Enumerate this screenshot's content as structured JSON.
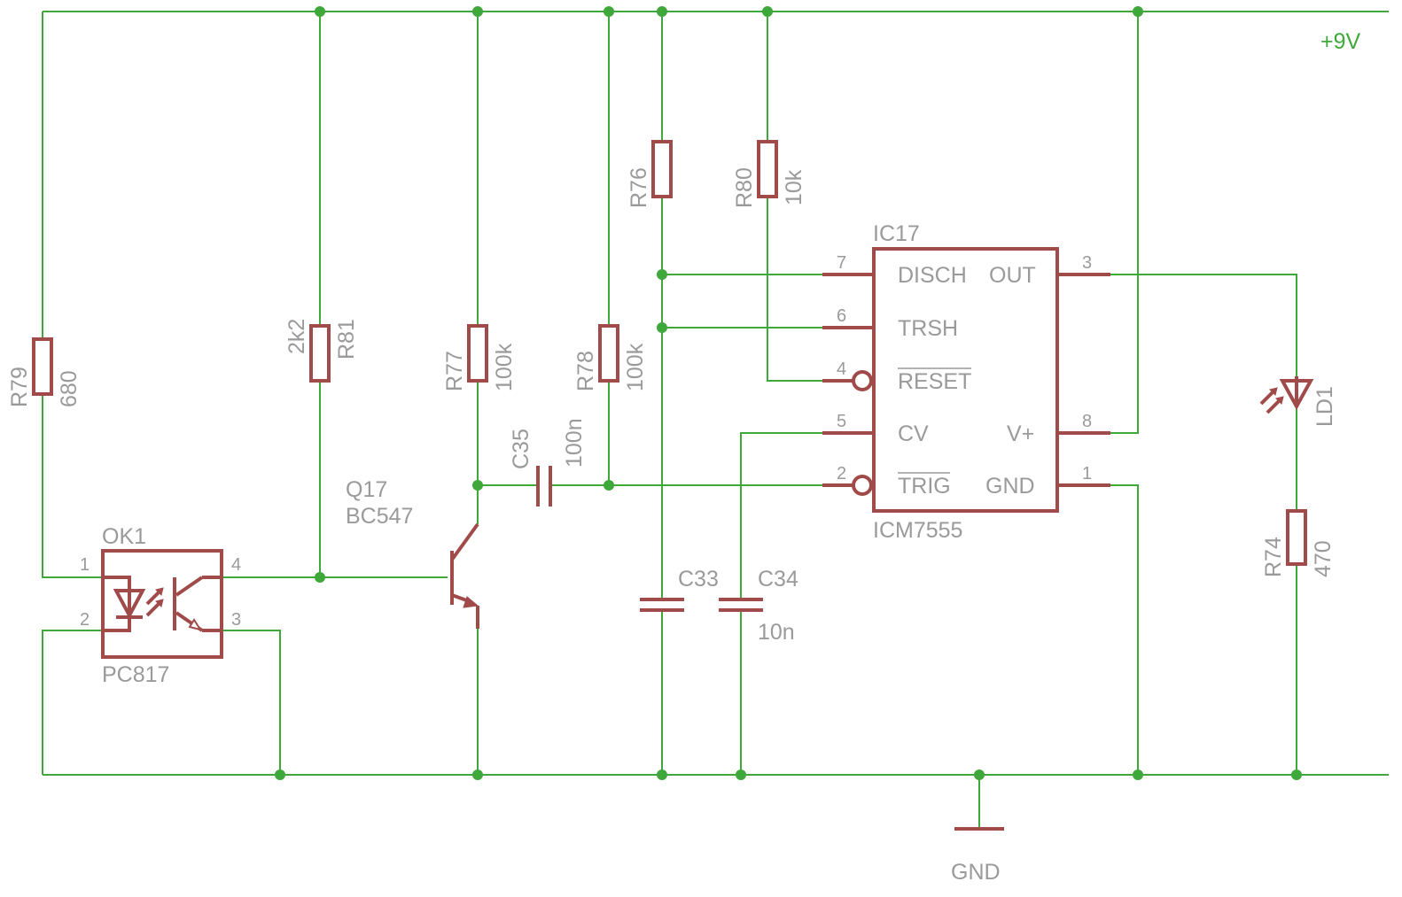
{
  "supply": {
    "net": "+9V",
    "ground": "GND"
  },
  "colors": {
    "wire": "#3ea83a",
    "part": "#a04a4a",
    "label": "#9a9a9a"
  },
  "resistors": {
    "r79": {
      "name": "R79",
      "value": "680"
    },
    "r81": {
      "name": "R81",
      "value": "2k2"
    },
    "r77": {
      "name": "R77",
      "value": "100k"
    },
    "r78": {
      "name": "R78",
      "value": "100k"
    },
    "r76": {
      "name": "R76"
    },
    "r80": {
      "name": "R80",
      "value": "10k"
    },
    "r74": {
      "name": "R74",
      "value": "470"
    }
  },
  "capacitors": {
    "c35": {
      "name": "C35",
      "value": "100n"
    },
    "c33": {
      "name": "C33"
    },
    "c34": {
      "name": "C34",
      "value": "10n"
    }
  },
  "transistor": {
    "name": "Q17",
    "value": "BC547"
  },
  "optocoupler": {
    "name": "OK1",
    "value": "PC817",
    "pins": [
      "1",
      "2",
      "3",
      "4"
    ]
  },
  "ic": {
    "name": "IC17",
    "value": "ICM7555",
    "pins": [
      {
        "num": "7",
        "label": "DISCH"
      },
      {
        "num": "6",
        "label": "TRSH"
      },
      {
        "num": "4",
        "label": "RESET"
      },
      {
        "num": "5",
        "label": "CV"
      },
      {
        "num": "2",
        "label": "TRIG"
      },
      {
        "num": "3",
        "label": "OUT"
      },
      {
        "num": "8",
        "label": "V+"
      },
      {
        "num": "1",
        "label": "GND"
      }
    ]
  },
  "led": {
    "name": "LD1"
  }
}
